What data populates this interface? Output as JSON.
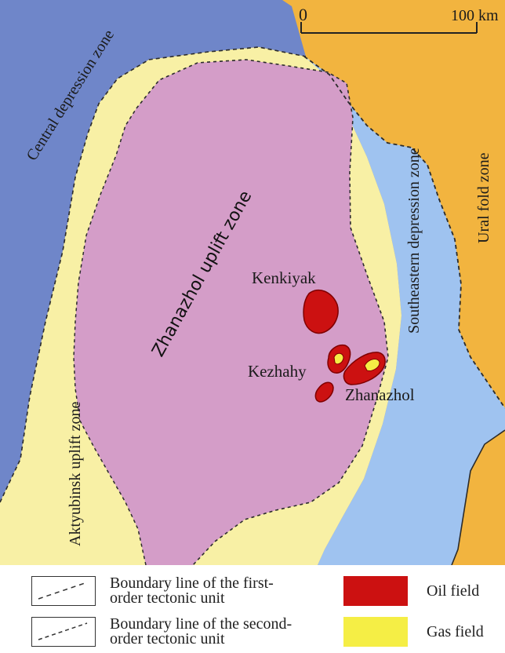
{
  "map": {
    "scale": {
      "start_label": "0",
      "end_label": "100 km"
    },
    "zones": {
      "central_depression": "Central depression zone",
      "southeastern_depression": "Southeastern depression zone",
      "ural_fold": "Ural fold zone",
      "zhanazhol_uplift": "Zhanazhol uplift zone",
      "aktyubinsk_uplift": "Aktyubinsk uplift zone"
    },
    "fields": {
      "kenkiyak": "Kenkiyak",
      "kezhahy": "Kezhahy",
      "zhanazhol": "Zhanazhol"
    },
    "colors": {
      "central_depression": "#6f86c9",
      "uplift_belt": "#f8f0a5",
      "zhanazhol_uplift": "#d49dc8",
      "southeastern_depression": "#9fc3f0",
      "ural_fold": "#f2b43f",
      "oil_field": "#cc1111",
      "gas_field": "#f5ee45"
    }
  },
  "legend": {
    "first_order_line": "Boundary line of the first-order tectonic unit",
    "second_order_line": "Boundary line of the second-order tectonic unit",
    "oil_field": "Oil field",
    "gas_field": "Gas field"
  }
}
